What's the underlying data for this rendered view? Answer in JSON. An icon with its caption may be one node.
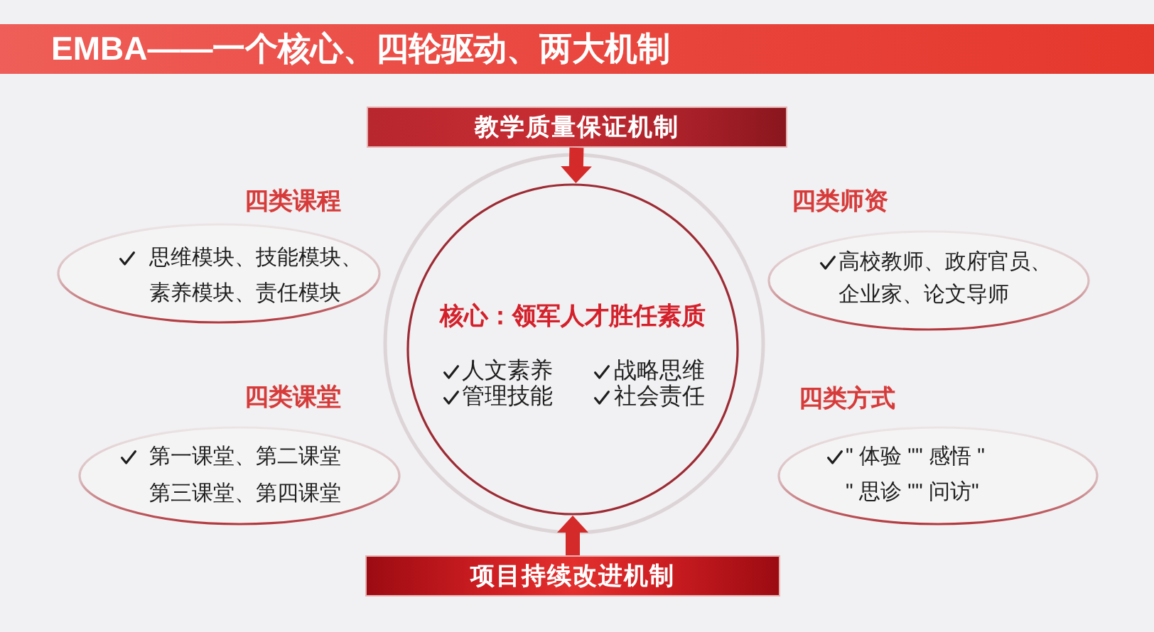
{
  "diagram": {
    "title": "EMBA——一个核心、四轮驱动、两大机制",
    "nodes": [
      {
        "text": [
          "教学质量保证机制"
        ]
      },
      {
        "text": [
          "四类课程",
          "思维模块、技能模块、素养模块、责任模块"
        ]
      },
      {
        "text": [
          "四类师资",
          "高校教师、政府官员、企业家、论文导师"
        ]
      },
      {
        "text": [
          "核心：领军人才胜任素质",
          "人文素养",
          "战略思维",
          "管理技能",
          "社会责任"
        ]
      },
      {
        "text": [
          "四类课堂",
          "第一课堂、第二课堂第三课堂、第四课堂"
        ]
      },
      {
        "text": [
          "四类方式",
          "\" 体验 \"\" 感悟 \" \" 思诊 \"\" 问访\""
        ]
      },
      {
        "text": [
          "项目持续改进机制"
        ]
      }
    ],
    "edges": [
      {
        "from": 0,
        "to": 3,
        "arrow": "to"
      },
      {
        "from": 6,
        "to": 3,
        "arrow": "to"
      }
    ]
  }
}
